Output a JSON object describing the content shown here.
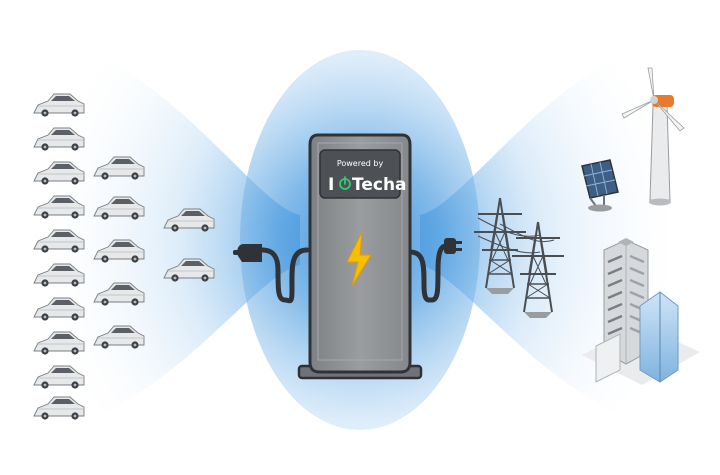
{
  "badge": {
    "powered_by": "Powered by",
    "brand_prefix": "I",
    "brand_name": "Techa"
  },
  "icons": {
    "fleet": "car-icon",
    "charger": "charging-station-icon",
    "bolt": "lightning-bolt-icon",
    "connector": "ev-connector-icon",
    "plug": "power-plug-icon",
    "pylon": "transmission-tower-icon",
    "solar": "solar-panel-icon",
    "wind": "wind-turbine-icon",
    "building": "office-building-icon"
  },
  "colors": {
    "glow": "#2f8ad8",
    "charger_body": "#8f9295",
    "charger_outline": "#3d4145",
    "badge_bg": "#4d5155",
    "bolt": "#f5c000",
    "turbine_accent": "#e87a2f",
    "car_body": "#e6e8ea"
  }
}
